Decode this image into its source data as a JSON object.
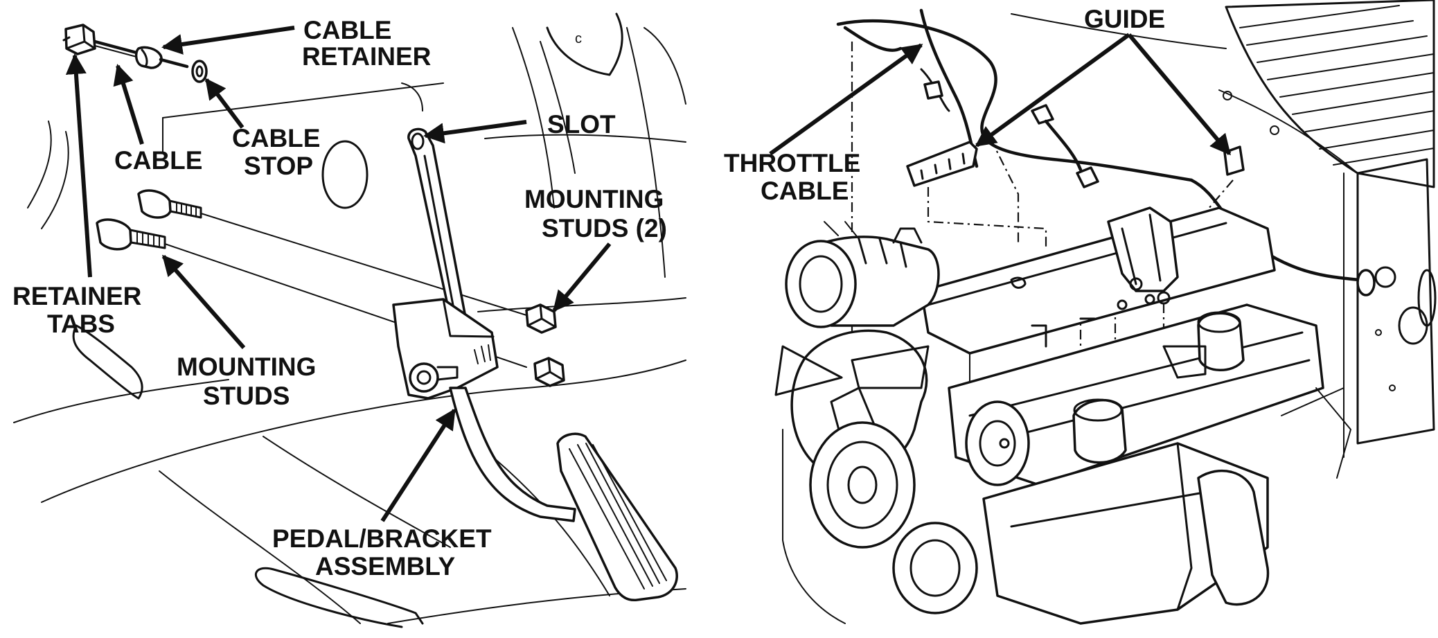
{
  "labels": {
    "cable_retainer_1": "CABLE",
    "cable_retainer_2": "RETAINER",
    "slot": "SLOT",
    "cable": "CABLE",
    "cable_stop_1": "CABLE",
    "cable_stop_2": "STOP",
    "mounting_studs_2_1": "MOUNTING",
    "mounting_studs_2_2": "STUDS (2)",
    "retainer_tabs_1": "RETAINER",
    "retainer_tabs_2": "TABS",
    "mounting_studs_1": "MOUNTING",
    "mounting_studs_2": "STUDS",
    "pedal_bracket_1": "PEDAL/BRACKET",
    "pedal_bracket_2": "ASSEMBLY",
    "guide": "GUIDE",
    "throttle_cable_1": "THROTTLE",
    "throttle_cable_2": "CABLE"
  },
  "colors": {
    "ink": "#111111",
    "paper": "#ffffff"
  }
}
